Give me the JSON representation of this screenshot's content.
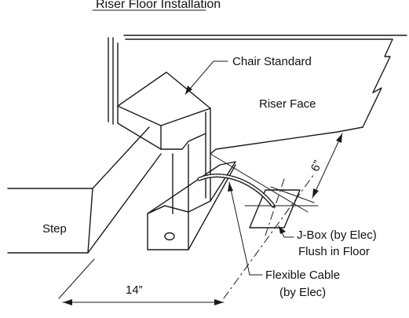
{
  "diagram": {
    "title": "Riser Floor Installation",
    "labels": {
      "chair_standard": "Chair Standard",
      "riser_face": "Riser Face",
      "step": "Step",
      "jbox_line1": "J-Box (by Elec)",
      "jbox_line2": "Flush in Floor",
      "cable_line1": "Flexible Cable",
      "cable_line2": "(by Elec)"
    },
    "dimensions": {
      "width_label": "14”",
      "offset_label": "6”"
    }
  }
}
